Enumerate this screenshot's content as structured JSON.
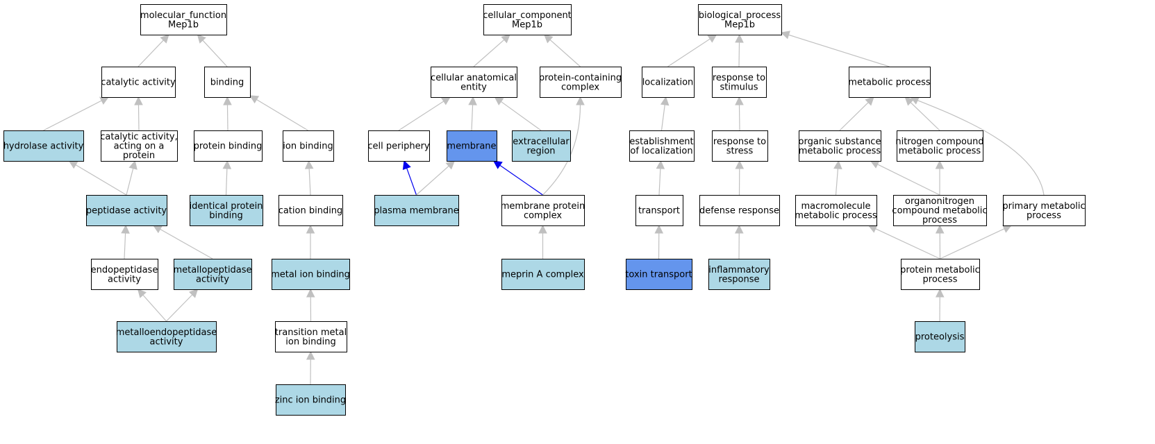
{
  "colors": {
    "plain": "#ffffff",
    "light_blue": "#add8e6",
    "cornflower": "#6495ed",
    "edge_gray": "#c0c0c0",
    "edge_blue": "#0000ee"
  },
  "nodes": {
    "mf_root": {
      "lines": [
        "molecular_function",
        "Mep1b"
      ],
      "fill": "plain"
    },
    "catalytic": {
      "lines": [
        "catalytic activity"
      ],
      "fill": "plain"
    },
    "binding": {
      "lines": [
        "binding"
      ],
      "fill": "plain"
    },
    "hydrolase": {
      "lines": [
        "hydrolase activity"
      ],
      "fill": "light_blue"
    },
    "cat_protein": {
      "lines": [
        "catalytic activity,",
        "acting on a",
        "protein"
      ],
      "fill": "plain"
    },
    "protein_binding": {
      "lines": [
        "protein binding"
      ],
      "fill": "plain"
    },
    "ion_binding": {
      "lines": [
        "ion binding"
      ],
      "fill": "plain"
    },
    "peptidase": {
      "lines": [
        "peptidase activity"
      ],
      "fill": "light_blue"
    },
    "identical_protein": {
      "lines": [
        "identical protein",
        "binding"
      ],
      "fill": "light_blue"
    },
    "cation_binding": {
      "lines": [
        "cation binding"
      ],
      "fill": "plain"
    },
    "endopeptidase": {
      "lines": [
        "endopeptidase",
        "activity"
      ],
      "fill": "plain"
    },
    "metallopeptidase": {
      "lines": [
        "metallopeptidase",
        "activity"
      ],
      "fill": "light_blue"
    },
    "metal_ion": {
      "lines": [
        "metal ion binding"
      ],
      "fill": "light_blue"
    },
    "metalloendo": {
      "lines": [
        "metalloendopeptidase",
        "activity"
      ],
      "fill": "light_blue"
    },
    "transition_metal": {
      "lines": [
        "transition metal",
        "ion binding"
      ],
      "fill": "plain"
    },
    "zinc": {
      "lines": [
        "zinc ion binding"
      ],
      "fill": "light_blue"
    },
    "cc_root": {
      "lines": [
        "cellular_component",
        "Mep1b"
      ],
      "fill": "plain"
    },
    "cae": {
      "lines": [
        "cellular anatomical",
        "entity"
      ],
      "fill": "plain"
    },
    "pcc": {
      "lines": [
        "protein-containing",
        "complex"
      ],
      "fill": "plain"
    },
    "cell_periphery": {
      "lines": [
        "cell periphery"
      ],
      "fill": "plain"
    },
    "membrane": {
      "lines": [
        "membrane"
      ],
      "fill": "cornflower"
    },
    "extracellular": {
      "lines": [
        "extracellular",
        "region"
      ],
      "fill": "light_blue"
    },
    "plasma_membrane": {
      "lines": [
        "plasma membrane"
      ],
      "fill": "light_blue"
    },
    "mpc": {
      "lines": [
        "membrane protein",
        "complex"
      ],
      "fill": "plain"
    },
    "meprin": {
      "lines": [
        "meprin A complex"
      ],
      "fill": "light_blue"
    },
    "bp_root": {
      "lines": [
        "biological_process",
        "Mep1b"
      ],
      "fill": "plain"
    },
    "localization": {
      "lines": [
        "localization"
      ],
      "fill": "plain"
    },
    "response_stimulus": {
      "lines": [
        "response to",
        "stimulus"
      ],
      "fill": "plain"
    },
    "metabolic": {
      "lines": [
        "metabolic process"
      ],
      "fill": "plain"
    },
    "establishment": {
      "lines": [
        "establishment",
        "of localization"
      ],
      "fill": "plain"
    },
    "response_stress": {
      "lines": [
        "response to",
        "stress"
      ],
      "fill": "plain"
    },
    "organic": {
      "lines": [
        "organic substance",
        "metabolic process"
      ],
      "fill": "plain"
    },
    "nitrogen": {
      "lines": [
        "nitrogen compound",
        "metabolic process"
      ],
      "fill": "plain"
    },
    "transport": {
      "lines": [
        "transport"
      ],
      "fill": "plain"
    },
    "defense": {
      "lines": [
        "defense response"
      ],
      "fill": "plain"
    },
    "macromolecule": {
      "lines": [
        "macromolecule",
        "metabolic process"
      ],
      "fill": "plain"
    },
    "organonitrogen": {
      "lines": [
        "organonitrogen",
        "compound metabolic",
        "process"
      ],
      "fill": "plain"
    },
    "primary": {
      "lines": [
        "primary metabolic",
        "process"
      ],
      "fill": "plain"
    },
    "toxin": {
      "lines": [
        "toxin transport"
      ],
      "fill": "cornflower"
    },
    "inflammatory": {
      "lines": [
        "inflammatory",
        "response"
      ],
      "fill": "light_blue"
    },
    "protein_metabolic": {
      "lines": [
        "protein metabolic",
        "process"
      ],
      "fill": "plain"
    },
    "proteolysis": {
      "lines": [
        "proteolysis"
      ],
      "fill": "light_blue"
    }
  },
  "edges": [
    {
      "from": "catalytic",
      "to": "mf_root",
      "color": "edge_gray"
    },
    {
      "from": "binding",
      "to": "mf_root",
      "color": "edge_gray"
    },
    {
      "from": "hydrolase",
      "to": "catalytic",
      "color": "edge_gray"
    },
    {
      "from": "cat_protein",
      "to": "catalytic",
      "color": "edge_gray"
    },
    {
      "from": "protein_binding",
      "to": "binding",
      "color": "edge_gray"
    },
    {
      "from": "ion_binding",
      "to": "binding",
      "color": "edge_gray"
    },
    {
      "from": "peptidase",
      "to": "hydrolase",
      "color": "edge_gray"
    },
    {
      "from": "peptidase",
      "to": "cat_protein",
      "color": "edge_gray"
    },
    {
      "from": "identical_protein",
      "to": "protein_binding",
      "color": "edge_gray"
    },
    {
      "from": "cation_binding",
      "to": "ion_binding",
      "color": "edge_gray"
    },
    {
      "from": "endopeptidase",
      "to": "peptidase",
      "color": "edge_gray"
    },
    {
      "from": "metallopeptidase",
      "to": "peptidase",
      "color": "edge_gray"
    },
    {
      "from": "metal_ion",
      "to": "cation_binding",
      "color": "edge_gray"
    },
    {
      "from": "metalloendo",
      "to": "endopeptidase",
      "color": "edge_gray"
    },
    {
      "from": "metalloendo",
      "to": "metallopeptidase",
      "color": "edge_gray"
    },
    {
      "from": "transition_metal",
      "to": "metal_ion",
      "color": "edge_gray"
    },
    {
      "from": "zinc",
      "to": "transition_metal",
      "color": "edge_gray"
    },
    {
      "from": "cae",
      "to": "cc_root",
      "color": "edge_gray"
    },
    {
      "from": "pcc",
      "to": "cc_root",
      "color": "edge_gray"
    },
    {
      "from": "cell_periphery",
      "to": "cae",
      "color": "edge_gray"
    },
    {
      "from": "membrane",
      "to": "cae",
      "color": "edge_gray"
    },
    {
      "from": "extracellular",
      "to": "cae",
      "color": "edge_gray"
    },
    {
      "from": "plasma_membrane",
      "to": "cell_periphery",
      "color": "edge_blue"
    },
    {
      "from": "plasma_membrane",
      "to": "membrane",
      "color": "edge_gray"
    },
    {
      "from": "mpc",
      "to": "membrane",
      "color": "edge_blue"
    },
    {
      "from": "mpc",
      "to": "pcc",
      "color": "edge_gray",
      "curve": true
    },
    {
      "from": "meprin",
      "to": "mpc",
      "color": "edge_gray"
    },
    {
      "from": "localization",
      "to": "bp_root",
      "color": "edge_gray"
    },
    {
      "from": "response_stimulus",
      "to": "bp_root",
      "color": "edge_gray"
    },
    {
      "from": "metabolic",
      "to": "bp_root",
      "color": "edge_gray"
    },
    {
      "from": "establishment",
      "to": "localization",
      "color": "edge_gray"
    },
    {
      "from": "response_stress",
      "to": "response_stimulus",
      "color": "edge_gray"
    },
    {
      "from": "organic",
      "to": "metabolic",
      "color": "edge_gray"
    },
    {
      "from": "nitrogen",
      "to": "metabolic",
      "color": "edge_gray"
    },
    {
      "from": "primary",
      "to": "metabolic",
      "color": "edge_gray",
      "curve": true
    },
    {
      "from": "transport",
      "to": "establishment",
      "color": "edge_gray"
    },
    {
      "from": "defense",
      "to": "response_stress",
      "color": "edge_gray"
    },
    {
      "from": "macromolecule",
      "to": "organic",
      "color": "edge_gray"
    },
    {
      "from": "organonitrogen",
      "to": "organic",
      "color": "edge_gray"
    },
    {
      "from": "organonitrogen",
      "to": "nitrogen",
      "color": "edge_gray"
    },
    {
      "from": "toxin",
      "to": "transport",
      "color": "edge_gray"
    },
    {
      "from": "inflammatory",
      "to": "defense",
      "color": "edge_gray"
    },
    {
      "from": "protein_metabolic",
      "to": "macromolecule",
      "color": "edge_gray"
    },
    {
      "from": "protein_metabolic",
      "to": "organonitrogen",
      "color": "edge_gray"
    },
    {
      "from": "protein_metabolic",
      "to": "primary",
      "color": "edge_gray"
    },
    {
      "from": "proteolysis",
      "to": "protein_metabolic",
      "color": "edge_gray"
    }
  ]
}
